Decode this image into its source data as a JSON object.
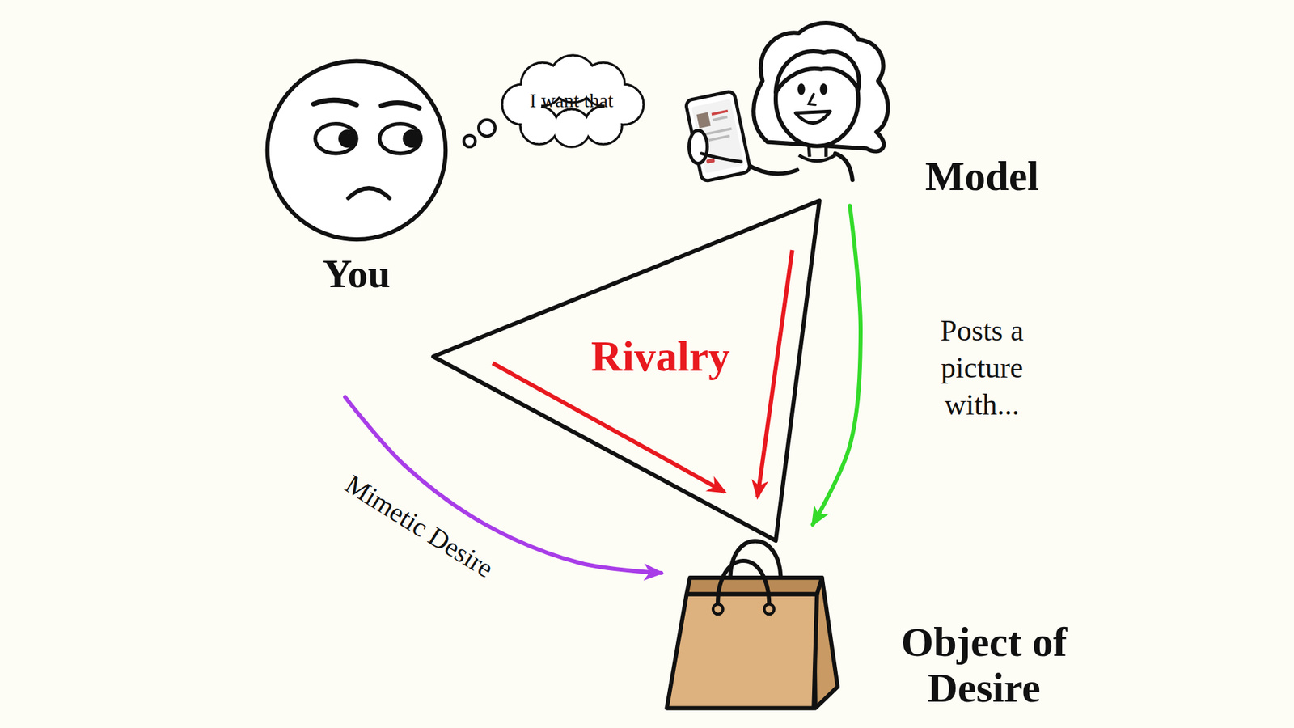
{
  "diagram": {
    "nodes": [
      {
        "text": [
          "You"
        ]
      },
      {
        "text": [
          "I want that"
        ]
      },
      {
        "text": [
          "Model"
        ]
      },
      {
        "text": [
          "Object of Desire"
        ]
      }
    ],
    "edges": [
      {
        "from": 0,
        "to": 3,
        "arrow": "to",
        "label": "Mimetic Desire"
      },
      {
        "from": 2,
        "to": 3,
        "arrow": "to",
        "label": "Posts a picture with..."
      }
    ],
    "labels": [
      "Rivalry"
    ]
  }
}
